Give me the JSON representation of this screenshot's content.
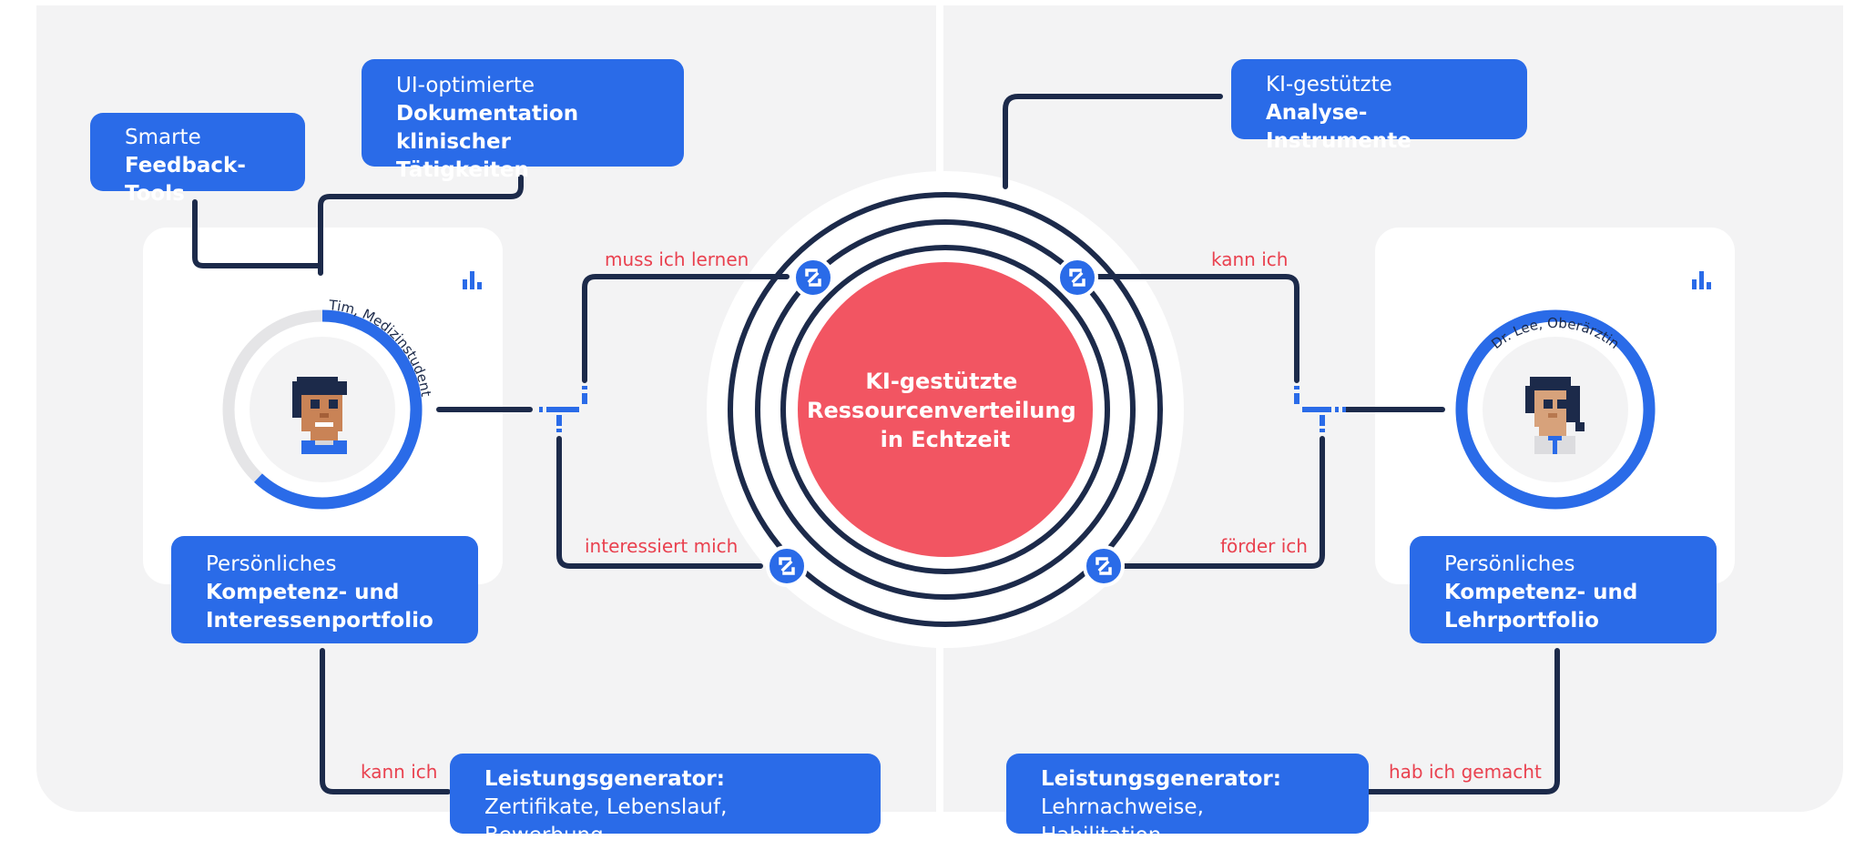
{
  "colors": {
    "navy": "#1c2a4a",
    "blue": "#2a6be8",
    "red": "#f25562",
    "label_red": "#e9414f",
    "panel": "#f3f3f4",
    "light_ring": "#e5e5e7"
  },
  "center": {
    "title_lines": [
      "KI-gestützte",
      "Ressourcenverteilung",
      "in Echtzeit"
    ]
  },
  "left": {
    "feedback": {
      "line1": "Smarte",
      "bold": [
        "Feedback-Tools"
      ]
    },
    "documentation": {
      "line1": "UI-optimierte",
      "bold": [
        "Dokumentation",
        "klinischer Tätigkeiten"
      ]
    },
    "profile": {
      "name": "Tim, Medizinstudent",
      "progress": 0.62,
      "chart_icon": "bar-chart-icon"
    },
    "portfolio": {
      "line1": "Persönliches",
      "bold": [
        "Kompetenz- und",
        "Interessenportfolio"
      ]
    },
    "generator": {
      "title": "Leistungsgenerator:",
      "items": "Zertifikate, Lebenslauf, Bewerbung, ..."
    },
    "labels": {
      "top": "muss ich lernen",
      "bottom": "interessiert mich",
      "generator": "kann ich"
    }
  },
  "right": {
    "analysis": {
      "line1": "KI-gestützte",
      "bold": [
        "Analyse-Instrumente"
      ]
    },
    "profile": {
      "name": "Dr. Lee, Oberärztin",
      "progress": 1.0,
      "chart_icon": "bar-chart-icon"
    },
    "portfolio": {
      "line1": "Persönliches",
      "bold": [
        "Kompetenz- und",
        "Lehrportfolio"
      ]
    },
    "generator": {
      "title": "Leistungsgenerator:",
      "items": "Lehrnachweise, Habilitation, ..."
    },
    "labels": {
      "top": "kann ich",
      "bottom": "förder ich",
      "generator": "hab ich gemacht"
    }
  }
}
